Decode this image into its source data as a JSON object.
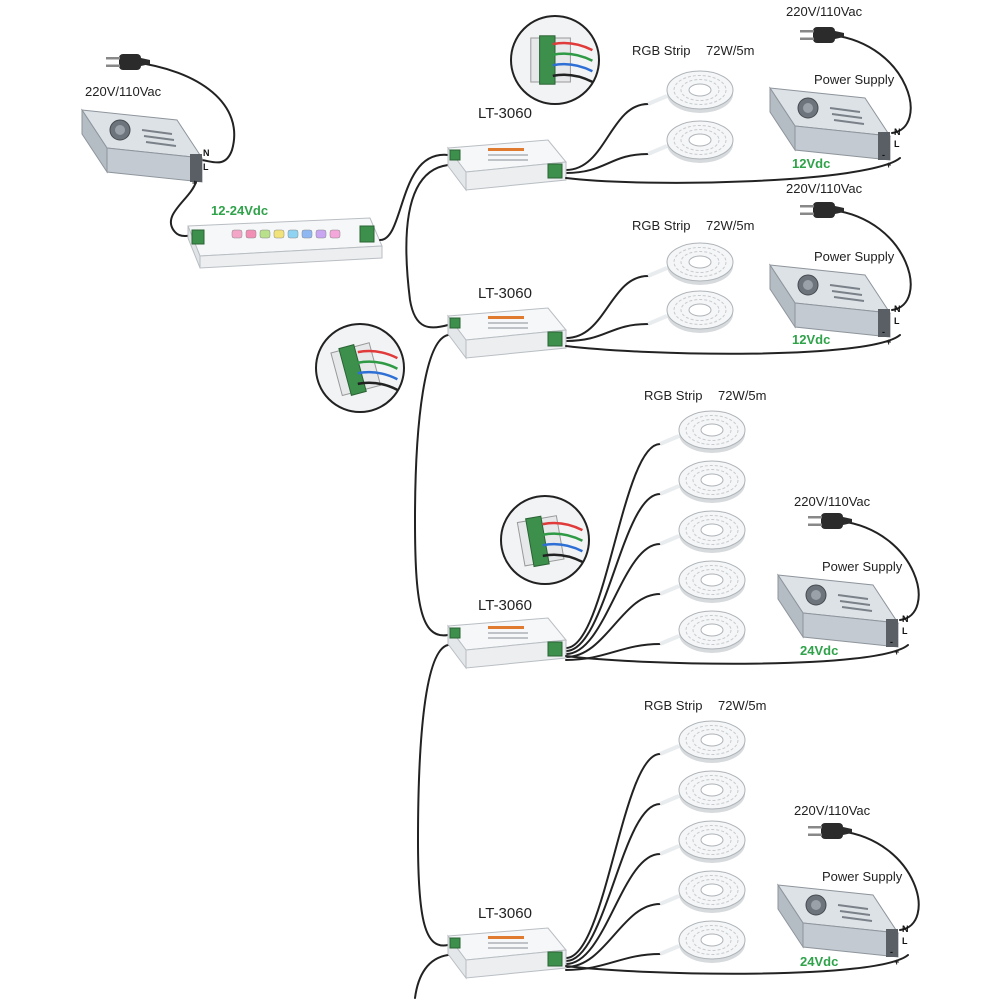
{
  "colors": {
    "voltage_green": "#2fa24a",
    "wire": "#222222",
    "terminal_green": "#3d8f4c",
    "psu_body": "#c9cfd6"
  },
  "main_supply": {
    "mains_label": "220V/110Vac",
    "dc_label": "12-24Vdc"
  },
  "decoders": [
    {
      "model": "LT-3060",
      "strip_label": "RGB Strip",
      "strip_power": "72W/5m",
      "mains_label": "220V/110Vac",
      "psu_label": "Power Supply",
      "dc_label": "12Vdc",
      "strip_count": 2
    },
    {
      "model": "LT-3060",
      "strip_label": "RGB Strip",
      "strip_power": "72W/5m",
      "mains_label": "220V/110Vac",
      "psu_label": "Power Supply",
      "dc_label": "12Vdc",
      "strip_count": 2
    },
    {
      "model": "LT-3060",
      "strip_label": "RGB Strip",
      "strip_power": "72W/5m",
      "mains_label": "220V/110Vac",
      "psu_label": "Power Supply",
      "dc_label": "24Vdc",
      "strip_count": 5
    },
    {
      "model": "LT-3060",
      "strip_label": "RGB Strip",
      "strip_power": "72W/5m",
      "mains_label": "220V/110Vac",
      "psu_label": "Power Supply",
      "dc_label": "24Vdc",
      "strip_count": 5
    }
  ],
  "terminals": {
    "n": "N",
    "l": "L",
    "plus": "+",
    "minus": "-"
  }
}
